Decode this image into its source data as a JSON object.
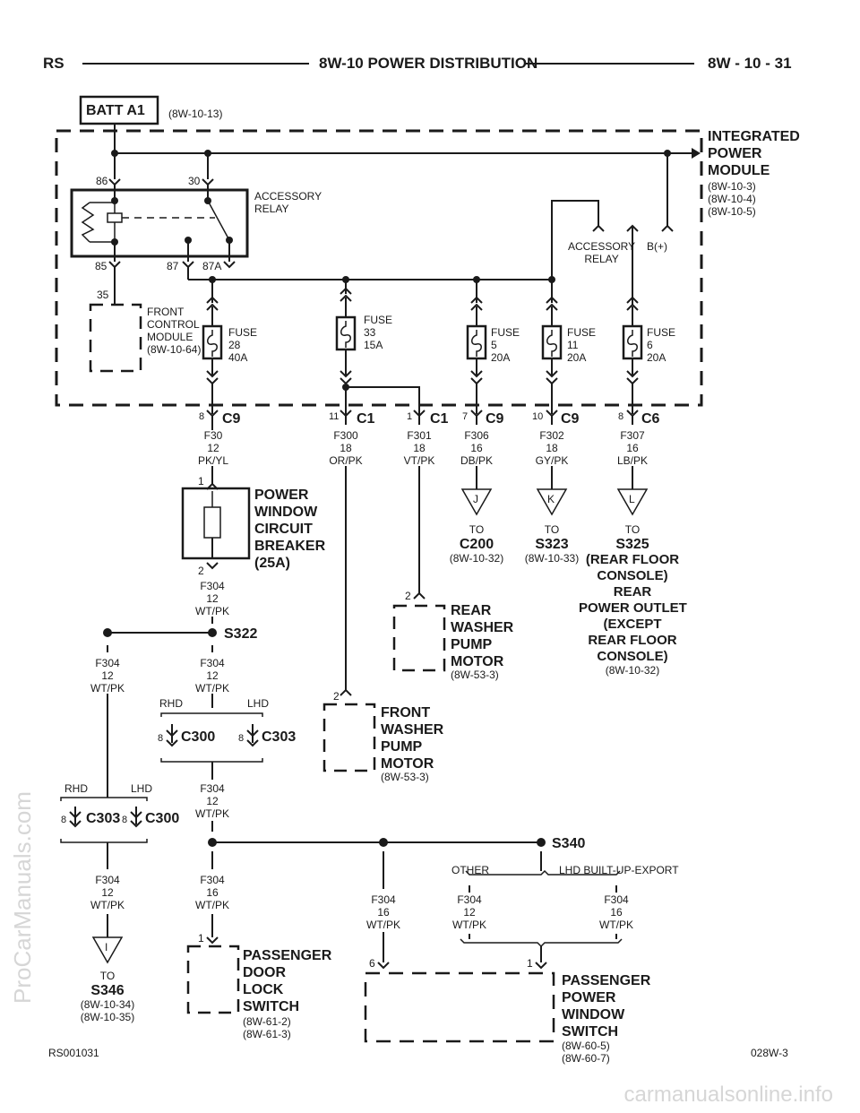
{
  "header": {
    "left": "RS",
    "title": "8W-10 POWER DISTRIBUTION",
    "right": "8W - 10 - 31"
  },
  "footer": {
    "left_code": "RS001031",
    "right_code": "028W-3"
  },
  "watermarks": {
    "left": "ProCarManuals.com",
    "bottom": "carmanualsonline.info"
  },
  "batt": {
    "label": "BATT A1",
    "ref": "(8W-10-13)"
  },
  "ipm": {
    "title": "INTEGRATED\nPOWER\nMODULE",
    "refs": "(8W-10-3)\n(8W-10-4)\n(8W-10-5)"
  },
  "relay": {
    "name": "ACCESSORY\nRELAY",
    "pins": {
      "p86": "86",
      "p30": "30",
      "p85": "85",
      "p87": "87",
      "p87a": "87A"
    },
    "feed_label": "ACCESSORY\nRELAY",
    "bplus_label": "B(+)"
  },
  "fcm": {
    "pin": "35",
    "label": "FRONT\nCONTROL\nMODULE\n(8W-10-64)"
  },
  "fuses": [
    {
      "label": "FUSE\n28\n40A"
    },
    {
      "label": "FUSE\n33\n15A"
    },
    {
      "label": "FUSE\n5\n20A"
    },
    {
      "label": "FUSE\n11\n20A"
    },
    {
      "label": "FUSE\n6\n20A"
    }
  ],
  "connectors": [
    {
      "pin": "8",
      "name": "C9"
    },
    {
      "pin": "11",
      "name": "C1"
    },
    {
      "pin": "1",
      "name": "C1"
    },
    {
      "pin": "7",
      "name": "C9"
    },
    {
      "pin": "10",
      "name": "C9"
    },
    {
      "pin": "8",
      "name": "C6"
    }
  ],
  "wires": {
    "f30": "F30\n12\nPK/YL",
    "f300": "F300\n18\nOR/PK",
    "f301": "F301\n18\nVT/PK",
    "f306": "F306\n16\nDB/PK",
    "f302": "F302\n18\nGY/PK",
    "f307": "F307\n16\nLB/PK",
    "f304_cb": "F304\n12\nWT/PK",
    "f304_left": "F304\n12\nWT/PK",
    "f304_mid": "F304\n12\nWT/PK",
    "f304_c300": "F304\n12\nWT/PK",
    "f304_s346": "F304\n12\nWT/PK",
    "f304_door": "F304\n16\nWT/PK",
    "f304_pws": "F304\n16\nWT/PK",
    "f304_other": "F304\n12\nWT/PK",
    "f304_lhd": "F304\n16\nWT/PK"
  },
  "destinations": [
    {
      "letter": "J",
      "to": "TO",
      "name": "C200",
      "ref": "(8W-10-32)"
    },
    {
      "letter": "K",
      "to": "TO",
      "name": "S323",
      "ref": "(8W-10-33)"
    },
    {
      "letter": "L",
      "to": "TO",
      "name": "S325",
      "desc": "(REAR FLOOR\nCONSOLE)\nREAR\nPOWER OUTLET\n(EXCEPT\nREAR FLOOR\nCONSOLE)",
      "ref": "(8W-10-32)"
    },
    {
      "letter": "I",
      "to": "TO",
      "name": "S346",
      "ref": "(8W-10-34)\n(8W-10-35)"
    }
  ],
  "circuit_breaker": {
    "pin_top": "1",
    "pin_bot": "2",
    "label": "POWER\nWINDOW\nCIRCUIT\nBREAKER\n(25A)"
  },
  "splices": {
    "s322": "S322",
    "s340": "S340"
  },
  "c300_c303_mid": {
    "rhd": "RHD",
    "lhd": "LHD",
    "pin1": "8",
    "name1": "C300",
    "pin2": "8",
    "name2": "C303"
  },
  "c303_c300_left": {
    "rhd": "RHD",
    "lhd": "LHD",
    "pin1": "8",
    "name1": "C303",
    "pin2": "8",
    "name2": "C300"
  },
  "rear_washer": {
    "pin": "2",
    "label": "REAR\nWASHER\nPUMP\nMOTOR",
    "ref": "(8W-53-3)"
  },
  "front_washer": {
    "pin": "2",
    "label": "FRONT\nWASHER\nPUMP\nMOTOR",
    "ref": "(8W-53-3)"
  },
  "door_lock": {
    "pin": "1",
    "label": "PASSENGER\nDOOR\nLOCK\nSWITCH",
    "ref": "(8W-61-2)\n(8W-61-3)"
  },
  "power_window_switch": {
    "pin_a": "6",
    "pin_b": "1",
    "label": "PASSENGER\nPOWER\nWINDOW\nSWITCH",
    "ref": "(8W-60-5)\n(8W-60-7)"
  },
  "option_labels": {
    "other": "OTHER",
    "lhd_export": "LHD BUILT-UP-EXPORT"
  }
}
